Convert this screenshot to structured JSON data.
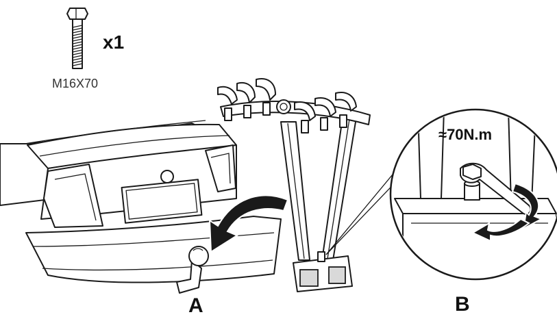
{
  "bolt": {
    "quantity_label": "x1",
    "size_label": "M16X70"
  },
  "torque_label": "≈70N.m",
  "steps": {
    "a_label": "A",
    "b_label": "B"
  },
  "colors": {
    "line": "#1a1a1a",
    "background": "#ffffff"
  }
}
